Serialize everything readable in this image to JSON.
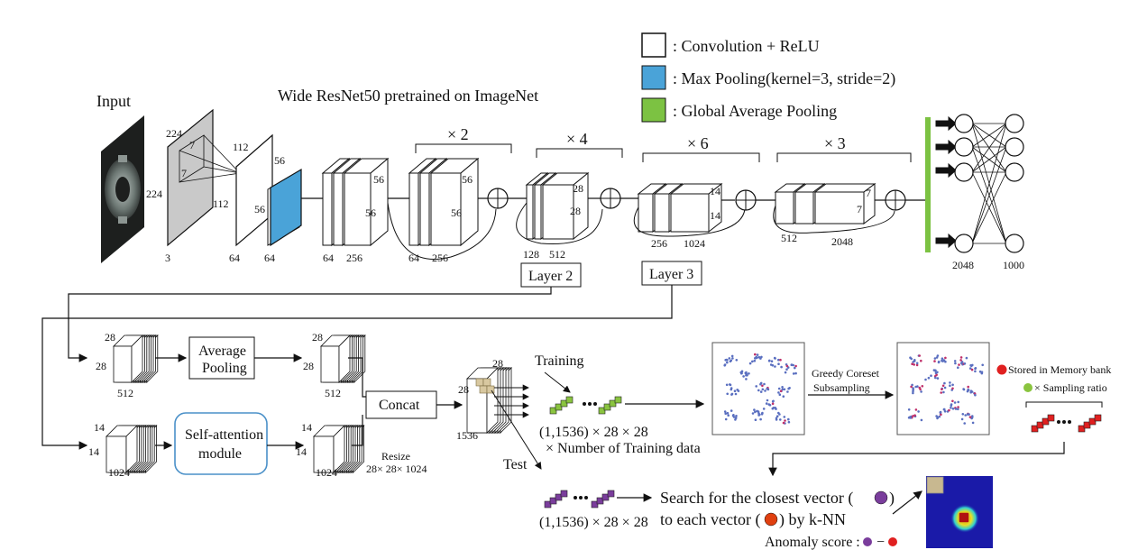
{
  "header": {
    "input_label": "Input",
    "backbone_title": "Wide ResNet50 pretrained on ImageNet"
  },
  "legend": {
    "items": [
      {
        "text": ": Convolution + ReLU",
        "color": "#ffffff"
      },
      {
        "text": ": Max Pooling(kernel=3, stride=2)",
        "color": "#4aa3d8"
      },
      {
        "text": ": Global Average Pooling",
        "color": "#7cc242"
      }
    ]
  },
  "network": {
    "input_dims": {
      "h": "224",
      "w": "224",
      "c": "3"
    },
    "conv1": {
      "h": "224",
      "k1": "7",
      "k2": "7",
      "out_h": "112",
      "out_w": "112",
      "c": "64"
    },
    "pool": {
      "h": "56",
      "w": "56",
      "c": "64"
    },
    "repeat_labels": [
      "× 2",
      "× 4",
      "× 6",
      "× 3"
    ],
    "stage1": {
      "h": "56",
      "w": "56",
      "c1": "64",
      "c2": "256"
    },
    "stage1_rep": {
      "h": "56",
      "w": "56",
      "c1": "64",
      "c2": "256"
    },
    "stage2": {
      "h": "28",
      "w": "28",
      "c1": "128",
      "c2": "512"
    },
    "stage3": {
      "h": "14",
      "w": "14",
      "c1": "256",
      "c2": "1024"
    },
    "stage4": {
      "h": "7",
      "w": "7",
      "c1": "512",
      "c2": "2048"
    },
    "layer2_label": "Layer 2",
    "layer3_label": "Layer 3",
    "fc_in": "2048",
    "fc_out": "1000"
  },
  "pipeline": {
    "top_stack": {
      "h": "28",
      "w": "28",
      "c": "512"
    },
    "avg_pool_label": [
      "Average",
      "Pooling"
    ],
    "top_out": {
      "h": "28",
      "w": "28",
      "c": "512"
    },
    "bottom_stack": {
      "h": "14",
      "w": "14",
      "c": "1024"
    },
    "self_attention_label": [
      "Self-attention",
      "module"
    ],
    "bottom_out": {
      "h": "14",
      "w": "14",
      "c": "1024"
    },
    "concat_label": "Concat",
    "resize_label": [
      "Resize",
      "28× 28× 1024"
    ],
    "feature_map": {
      "h": "28",
      "w": "28",
      "c": "1536"
    },
    "training_label": "Training",
    "test_label": "Test",
    "train_dims": [
      "(1,1536) × 28 × 28",
      "× Number of Training data"
    ],
    "test_dims": "(1,1536) × 28 × 28",
    "coreset_label": [
      "Greedy Coreset",
      "Subsampling"
    ],
    "memory_legend": [
      "Stored in Memory bank",
      "× Sampling ratio"
    ],
    "search_text": [
      "Search for the closest vector (",
      ")",
      "to each vector (",
      ") by k-NN"
    ],
    "anomaly_label": "Anomaly score :",
    "anomaly_minus": "−"
  },
  "colors": {
    "pool_blue": "#4aa3d8",
    "gap_green": "#7cc242",
    "train_green": "#8ac43f",
    "test_purple": "#7a3d9c",
    "memory_red": "#e02020",
    "heatmap_bg": "#1a1aa8"
  }
}
